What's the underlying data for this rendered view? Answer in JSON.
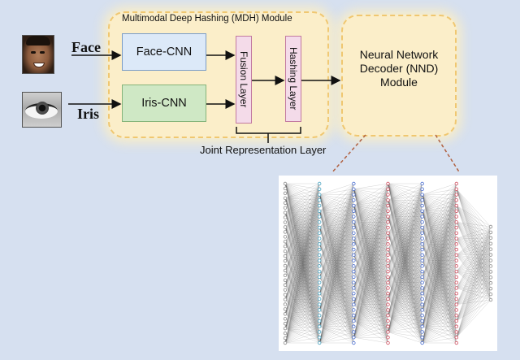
{
  "mdh_module": {
    "title": "Multimodal Deep Hashing (MDH) Module",
    "face_label": "Face",
    "iris_label": "Iris",
    "face_cnn": "Face-CNN",
    "iris_cnn": "Iris-CNN",
    "fusion_layer": "Fusion Layer",
    "hashing_layer": "Hashing Layer",
    "joint_label": "Joint Representation Layer"
  },
  "nnd_module": {
    "label": "Neural Network Decoder (NND) Module"
  },
  "network": {
    "layers": [
      {
        "nodes": 34,
        "color": "#8a8a8a"
      },
      {
        "nodes": 30,
        "color": "#4aa3c0"
      },
      {
        "nodes": 30,
        "color": "#4a6ed0"
      },
      {
        "nodes": 30,
        "color": "#d05060"
      },
      {
        "nodes": 30,
        "color": "#4a6ed0"
      },
      {
        "nodes": 30,
        "color": "#d05060"
      },
      {
        "nodes": 14,
        "color": "#8a8a8a"
      }
    ],
    "edge_color": "#333333"
  },
  "colors": {
    "background": "#d6e0f0",
    "module_fill": "#fbeec9",
    "module_border": "#f0c770",
    "connector": "#b06040"
  }
}
